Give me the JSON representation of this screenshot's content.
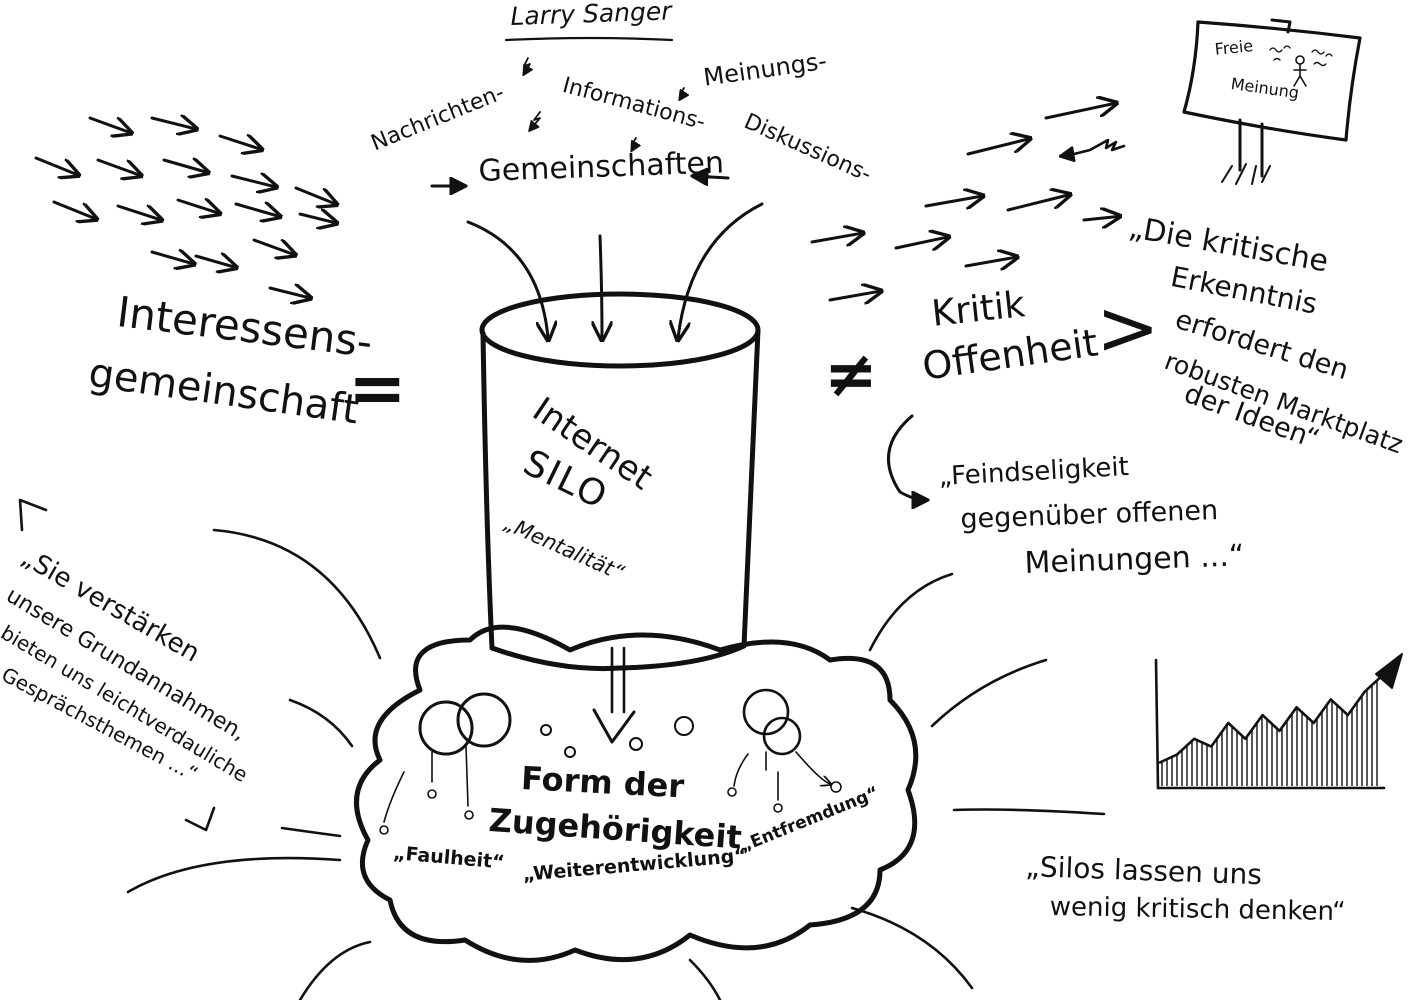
{
  "author": "Larry Sanger",
  "community_types": [
    "Nachrichten-",
    "Informations-",
    "Meinungs-",
    "Diskussions-"
  ],
  "communities": "Gemeinschaften",
  "interest_community": [
    "Interessens-",
    "gemeinschaft"
  ],
  "equals": "=",
  "silo": {
    "line1": "Internet",
    "line2": "SILO",
    "quote": "„Mentalität“"
  },
  "cloud": {
    "title_line1": "Form der",
    "title_line2": "Zugehörigkeit",
    "labels": [
      "„Faulheit“",
      "„Weiterentwicklung“",
      "„Entfremdung“"
    ]
  },
  "not_equal": "≠",
  "criticism": [
    "Kritik",
    "Offenheit"
  ],
  "greater_than": ">",
  "quote_market": [
    "„Die kritische",
    "Erkenntnis",
    "erfordert den",
    "robusten Marktplatz",
    "der Ideen“"
  ],
  "sign": {
    "line1": "Freie",
    "line2": "Meinung"
  },
  "quote_hostility": [
    "„Feindseligkeit",
    "gegenüber offenen",
    "Meinungen ...“"
  ],
  "quote_assumptions": [
    "„Sie verstärken",
    "unsere Grundannahmen,",
    "bieten uns leichtverdauliche",
    "Gesprächsthemen ...“"
  ],
  "quote_silos": [
    "„Silos lassen uns",
    "wenig kritisch denken“"
  ],
  "chart_data": {
    "type": "area",
    "title": "",
    "xlabel": "",
    "ylabel": "",
    "x": [
      0,
      1,
      2,
      3,
      4,
      5,
      6,
      7,
      8,
      9,
      10,
      11,
      12,
      13
    ],
    "values": [
      3,
      4,
      6,
      5,
      8,
      6,
      9,
      7,
      10,
      8,
      11,
      9,
      12,
      14
    ],
    "ylim": [
      0,
      16
    ],
    "grid": false,
    "legend": "none",
    "trend_arrow": "up"
  }
}
